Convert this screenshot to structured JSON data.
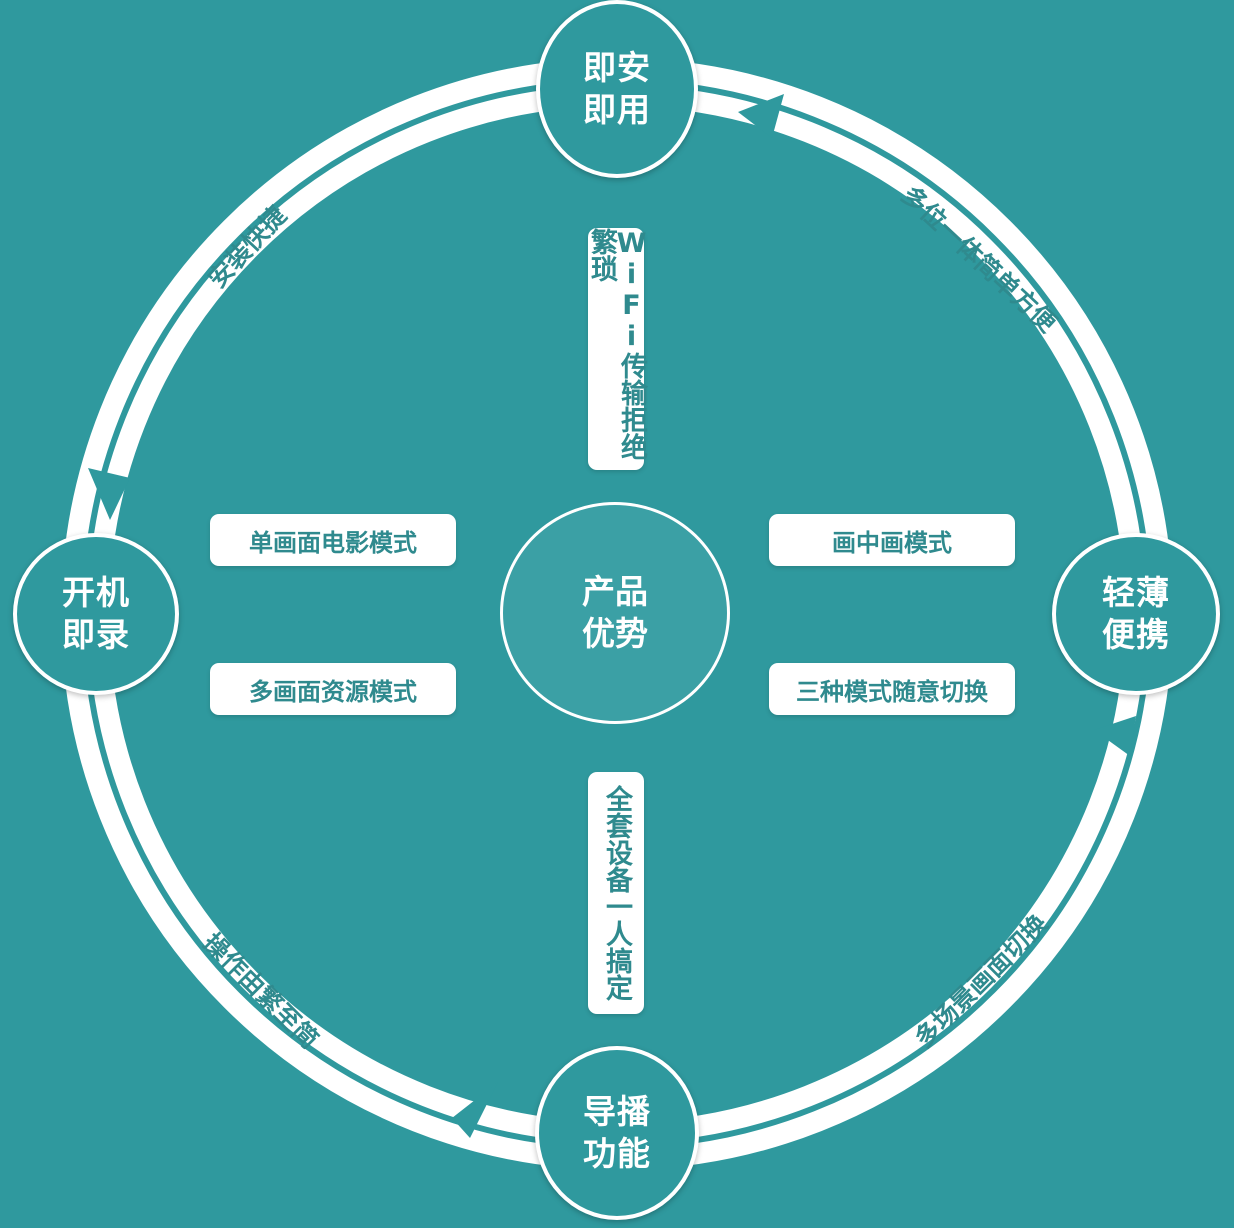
{
  "center": {
    "line1": "产品",
    "line2": "优势"
  },
  "nodes": {
    "top": {
      "line1": "即安",
      "line2": "即用"
    },
    "left": {
      "line1": "开机",
      "line2": "即录"
    },
    "right": {
      "line1": "轻薄",
      "line2": "便携"
    },
    "bottom": {
      "line1": "导播",
      "line2": "功能"
    }
  },
  "arc_labels": {
    "top_left": "安装快捷",
    "top_right": "多位一体简单方便",
    "bottom_left": "操作由繁至简",
    "bottom_right": "多场景画面切换"
  },
  "features": {
    "top": "WiFi传输拒绝繁琐",
    "bottom": "全套设备一人搞定",
    "upper_left": "单画面电影模式",
    "lower_left": "多画面资源模式",
    "upper_right": "画中画模式",
    "lower_right": "三种模式随意切换"
  },
  "colors": {
    "background": "#2f999e",
    "ring": "#ffffff",
    "text_on_white": "#2f8a8e",
    "center_fill": "#3ba0a5"
  }
}
